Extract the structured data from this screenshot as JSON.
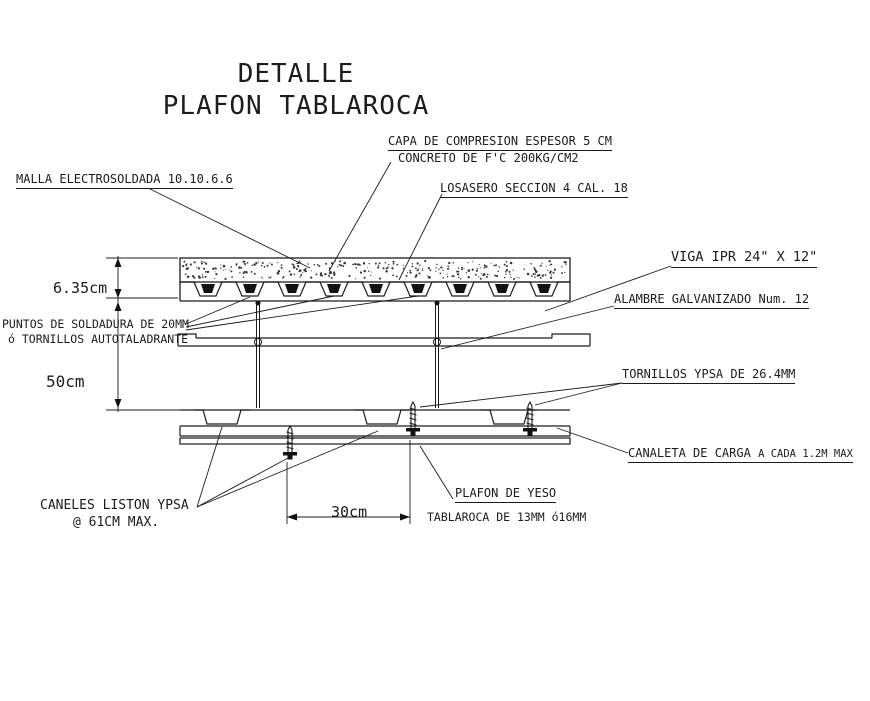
{
  "title": {
    "line1": "DETALLE",
    "line2": "PLAFON TABLAROCA"
  },
  "callouts": {
    "capa_line1": "CAPA DE COMPRESION ESPESOR 5 CM",
    "capa_line2": "CONCRETO DE F'C 200KG/CM2",
    "malla": "MALLA ELECTROSOLDADA 10.10.6.6",
    "losacero": "LOSASERO SECCION 4 CAL. 18",
    "viga": "VIGA IPR 24\" X 12\"",
    "alambre": "ALAMBRE GALVANIZADO Num. 12",
    "puntos_line1": "PUNTOS DE SOLDADURA DE 20MM",
    "puntos_line2": "ó TORNILLOS AUTOTALADRANTE",
    "tornillos": "TORNILLOS YPSA DE 26.4MM",
    "canaleta_main": "CANALETA DE CARGA",
    "canaleta_sub": "A CADA 1.2M  MAX",
    "caneles_line1": "CANELES LISTON YPSA",
    "caneles_line2": "@ 61CM MAX.",
    "plafon": "PLAFON DE YESO",
    "tablaroca": "TABLAROCA DE 13MM ó16MM"
  },
  "dimensions": {
    "slab_thickness": "6.35cm",
    "plenum_height": "50cm",
    "screw_spacing": "30cm"
  },
  "colors": {
    "line": "#1c1c1c",
    "background": "#ffffff"
  }
}
